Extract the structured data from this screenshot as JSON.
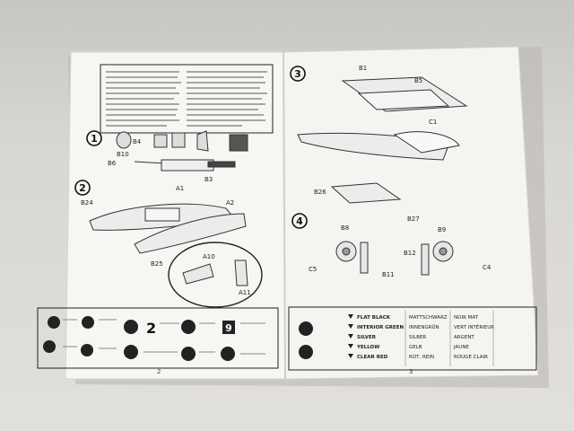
{
  "left_page": {
    "steps": [
      "1",
      "2"
    ],
    "parts": [
      "B10",
      "B4",
      "B6",
      "B3",
      "B24",
      "A1",
      "A2",
      "B25",
      "A10",
      "A11"
    ],
    "legend_step_count": "2",
    "legend_badge": "9",
    "page_number": "2"
  },
  "right_page": {
    "steps": [
      "3",
      "4"
    ],
    "parts": [
      "B1",
      "B5",
      "C1",
      "B26",
      "B27",
      "B8",
      "B9",
      "C5",
      "B11",
      "B12",
      "C4"
    ],
    "colors": [
      {
        "name": "FLAT BLACK",
        "german": "MATTSCHWARZ",
        "french": "NOIR MAT"
      },
      {
        "name": "INTERIOR GREEN",
        "german": "INNENGRÜN",
        "french": "VERT INTÉRIEUR"
      },
      {
        "name": "SILVER",
        "german": "SILBER",
        "french": "ARGENT"
      },
      {
        "name": "YELLOW",
        "german": "GELB",
        "french": "JAUNE"
      },
      {
        "name": "CLEAR RED",
        "german": "ROT, REIN",
        "french": "ROUGE CLAIR"
      }
    ],
    "page_number": "3"
  },
  "palette": {
    "paper": "#f6f6f2",
    "ink": "#1e1e1e",
    "shadow": "#b9b7b2"
  }
}
